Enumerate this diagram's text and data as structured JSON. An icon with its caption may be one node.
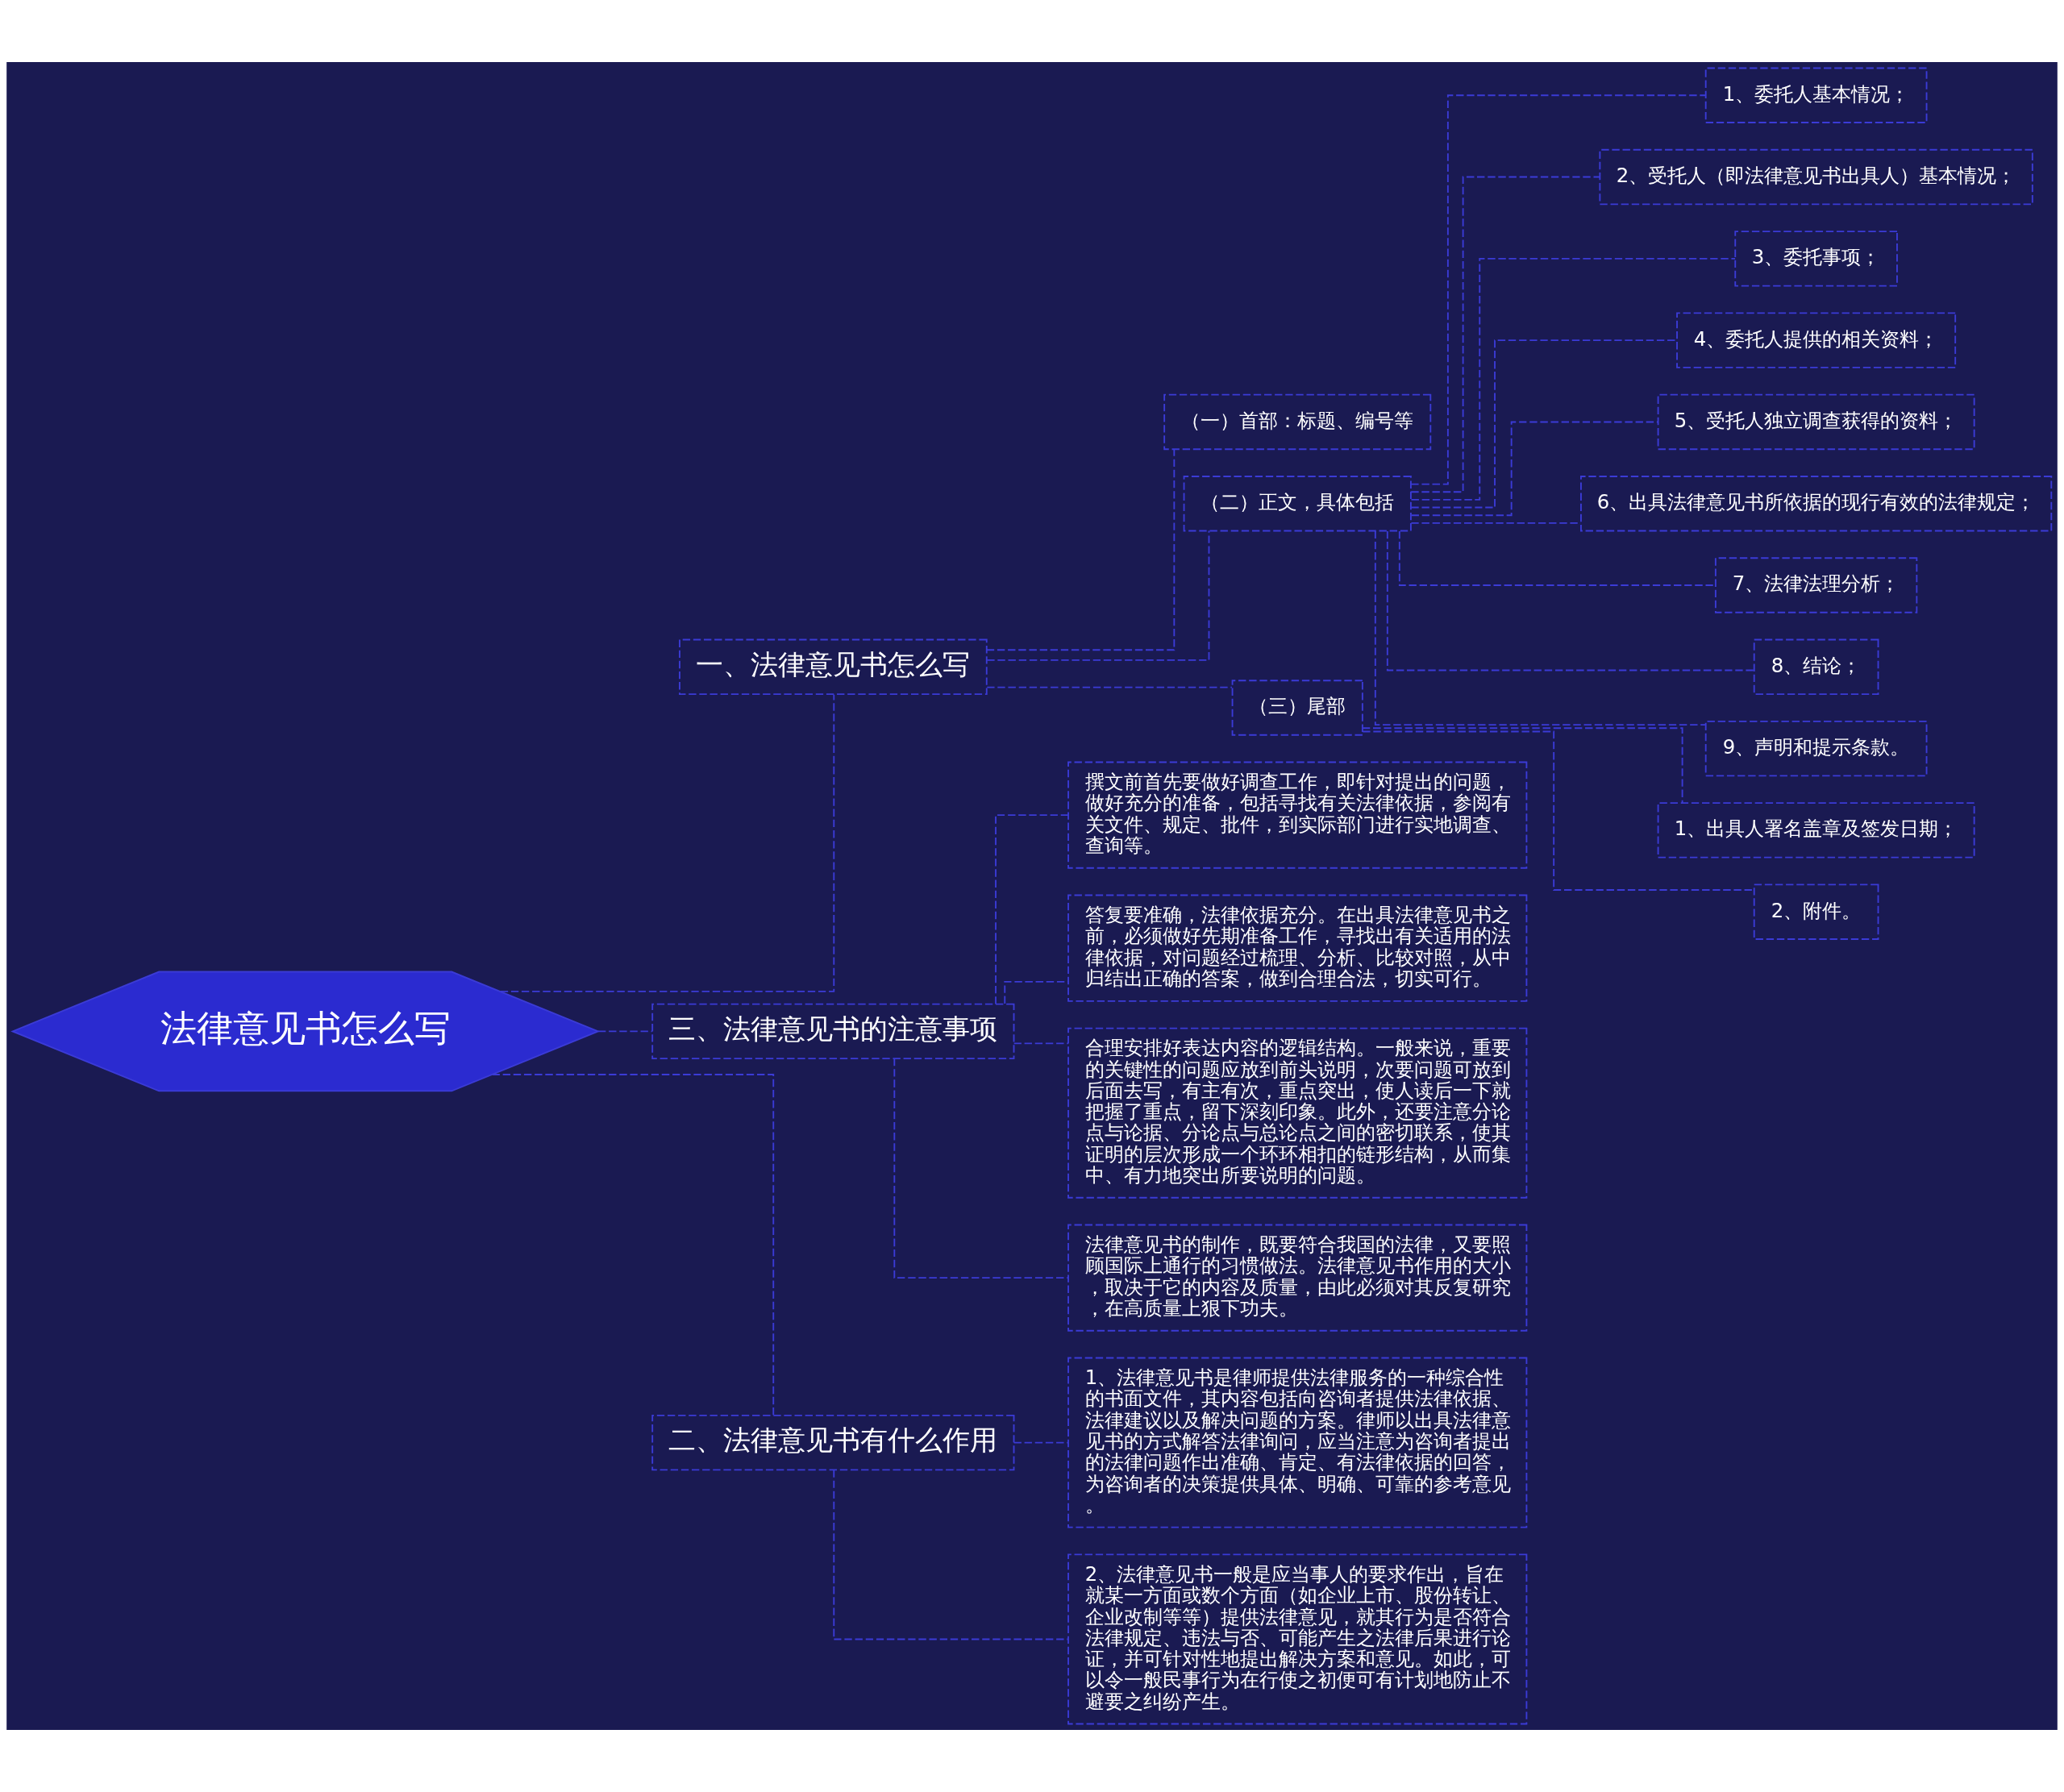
{
  "diagram": {
    "nodes": [
      {
        "text": [
          "法律意见书怎么写"
        ]
      },
      {
        "text": [
          "一、法律意见书怎么写"
        ]
      },
      {
        "text": [
          "（一）首部：标题、编号等"
        ]
      },
      {
        "text": [
          "（二）正文，具体包括"
        ]
      },
      {
        "text": [
          "1、委托人基本情况；"
        ]
      },
      {
        "text": [
          "2、受托人（即法律意见书出具人）基本情况；"
        ]
      },
      {
        "text": [
          "3、委托事项；"
        ]
      },
      {
        "text": [
          "4、委托人提供的相关资料；"
        ]
      },
      {
        "text": [
          "5、受托人独立调查获得的资料；"
        ]
      },
      {
        "text": [
          "6、出具法律意见书所依据的现行有效的法律规定；"
        ]
      },
      {
        "text": [
          "7、法律法理分析；"
        ]
      },
      {
        "text": [
          "8、结论；"
        ]
      },
      {
        "text": [
          "9、声明和提示条款。"
        ]
      },
      {
        "text": [
          "（三）尾部"
        ]
      },
      {
        "text": [
          "1、出具人署名盖章及签发日期；"
        ]
      },
      {
        "text": [
          "2、附件。"
        ]
      },
      {
        "text": [
          "三、法律意见书的注意事项"
        ]
      },
      {
        "text": [
          "撰文前首先要做好调查工作，即针对提出的问题，做好充分的准备，包括寻找有关法律依据，参阅有关文件、规定、批件，到实际部门进行实地调查、查询等。"
        ]
      },
      {
        "text": [
          "答复要准确，法律依据充分。在出具法律意见书之前，必须做好先期准备工作，寻找出有关适用的法律依据，对问题经过梳理、分析、比较对照，从中归结出正确的答案，做到合理合法，切实可行。"
        ]
      },
      {
        "text": [
          "合理安排好表达内容的逻辑结构。一般来说，重要的关键性的问题应放到前头说明，次要问题可放到后面去写，有主有次，重点突出，使人读后一下就把握了重点，留下深刻印象。此外，还要注意分论点与论据、分论点与总论点之间的密切联系，使其证明的层次形成一个环环相扣的链形结构，从而集中、有力地突出所要说明的问题。"
        ]
      },
      {
        "text": [
          "法律意见书的制作，既要符合我国的法律，又要照顾国际上通行的习惯做法。法律意见书作用的大小，取决于它的内容及质量，由此必须对其反复研究，在高质量上狠下功夫。"
        ]
      },
      {
        "text": [
          "二、法律意见书有什么作用"
        ]
      },
      {
        "text": [
          "1、法律意见书是律师提供法律服务的一种综合性的书面文件，其内容包括向咨询者提供法律依据、法律建议以及解决问题的方案。律师以出具法律意见书的方式解答法律询问，应当注意为咨询者提出的法律问题作出准确、肯定、有法律依据的回答，为咨询者的决策提供具体、明确、可靠的参考意见。"
        ]
      },
      {
        "text": [
          "2、法律意见书一般是应当事人的要求作出，旨在就某一方面或数个方面（如企业上市、股份转让、企业改制等等）提供法律意见，就其行为是否符合法律规定、违法与否、可能产生之法律后果进行论证，并可针对性地提出解决方案和意见。如此，可以令一般民事行为在行使之初便可有计划地防止不避要之纠纷产生。"
        ]
      }
    ],
    "edges": [
      {
        "from": 0,
        "to": 1,
        "arrow": "none"
      },
      {
        "from": 1,
        "to": 2,
        "arrow": "none"
      },
      {
        "from": 1,
        "to": 3,
        "arrow": "none"
      },
      {
        "from": 3,
        "to": 4,
        "arrow": "none"
      },
      {
        "from": 3,
        "to": 5,
        "arrow": "none"
      },
      {
        "from": 3,
        "to": 6,
        "arrow": "none"
      },
      {
        "from": 3,
        "to": 7,
        "arrow": "none"
      },
      {
        "from": 3,
        "to": 8,
        "arrow": "none"
      },
      {
        "from": 3,
        "to": 9,
        "arrow": "none"
      },
      {
        "from": 3,
        "to": 10,
        "arrow": "none"
      },
      {
        "from": 3,
        "to": 11,
        "arrow": "none"
      },
      {
        "from": 3,
        "to": 12,
        "arrow": "none"
      },
      {
        "from": 1,
        "to": 13,
        "arrow": "none"
      },
      {
        "from": 13,
        "to": 14,
        "arrow": "none"
      },
      {
        "from": 13,
        "to": 15,
        "arrow": "none"
      },
      {
        "from": 0,
        "to": 16,
        "arrow": "none"
      },
      {
        "from": 16,
        "to": 17,
        "arrow": "none"
      },
      {
        "from": 16,
        "to": 18,
        "arrow": "none"
      },
      {
        "from": 16,
        "to": 19,
        "arrow": "none"
      },
      {
        "from": 16,
        "to": 20,
        "arrow": "none"
      },
      {
        "from": 0,
        "to": 21,
        "arrow": "none"
      },
      {
        "from": 21,
        "to": 22,
        "arrow": "none"
      },
      {
        "from": 21,
        "to": 23,
        "arrow": "none"
      }
    ]
  }
}
